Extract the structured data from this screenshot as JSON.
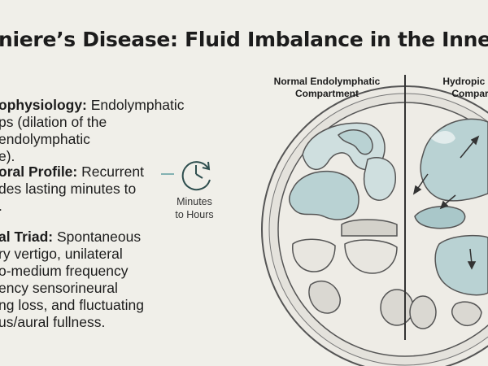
{
  "title": "niere’s Disease: Fluid Imbalance in the Inner",
  "bullets": [
    {
      "label": "ophysiology:",
      "lines": [
        " Endolymphatic",
        "ps (dilation of the endolymphatic",
        "e)."
      ]
    },
    {
      "label": "oral Profile:",
      "lines": [
        " Recurrent",
        "des lasting minutes to",
        "."
      ]
    },
    {
      "label": "al Triad:",
      "lines": [
        " Spontaneous",
        "ry vertigo, unilateral",
        "o-medium frequency",
        "ency sensorineural",
        "ng loss, and fluctuating",
        "us/aural fullness."
      ]
    }
  ],
  "clock": {
    "icon": "clock-icon",
    "caption_line1": "Minutes",
    "caption_line2": "to Hours"
  },
  "diagram": {
    "normal_label_line1": "Normal Endolymphatic",
    "normal_label_line2": "Compartment",
    "hydropic_label_line1": "Hydropic (S",
    "hydropic_label_line2": "Compar",
    "colors": {
      "fluid": "#b9d2d3",
      "fluid_dark": "#8fb2b5",
      "outline": "#5a5a5a",
      "bone": "#e6e4de",
      "accent": "#5f9ea0"
    }
  }
}
